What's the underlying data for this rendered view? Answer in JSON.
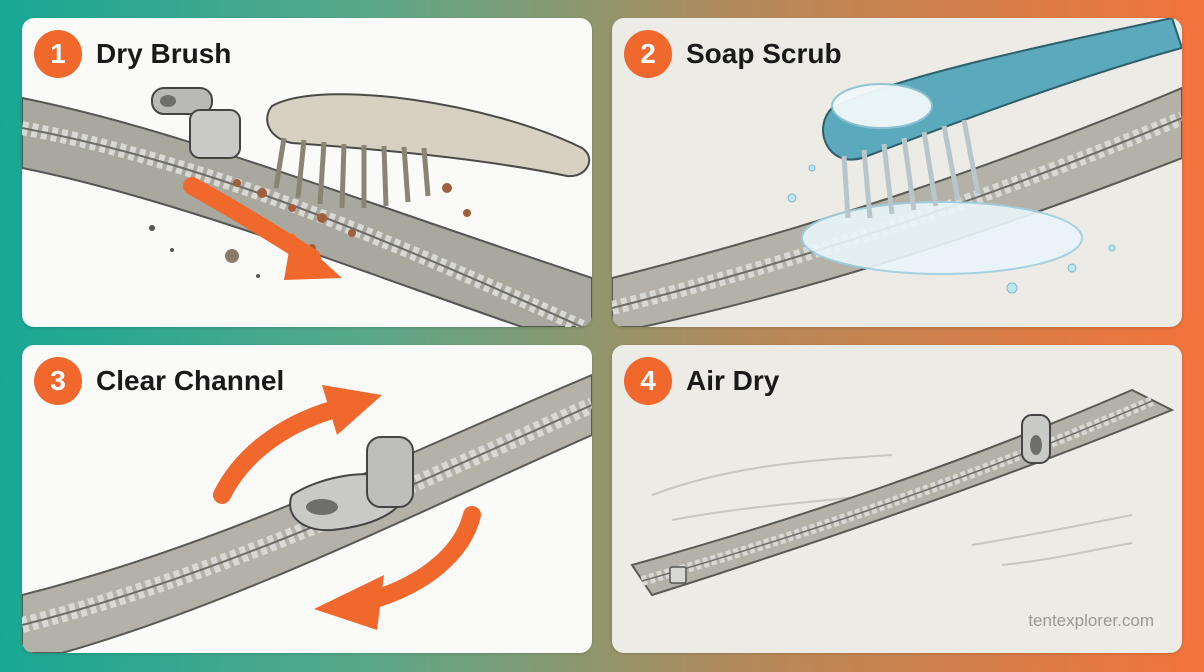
{
  "panels": [
    {
      "number": "1",
      "title": "Dry Brush"
    },
    {
      "number": "2",
      "title": "Soap Scrub"
    },
    {
      "number": "3",
      "title": "Clear Channel"
    },
    {
      "number": "4",
      "title": "Air Dry"
    }
  ],
  "footer": {
    "watermark": "tentexplorer.com"
  },
  "colors": {
    "accent": "#f0682c",
    "tape": "#a9a89f",
    "teeth": "#d8d8d4",
    "brush_handle": "#5aa9bd",
    "water": "#bfe6f2"
  },
  "icons": [
    "zipper-slider-icon",
    "brush-icon",
    "arrow-icon",
    "water-splash-icon",
    "air-flow-icon"
  ]
}
